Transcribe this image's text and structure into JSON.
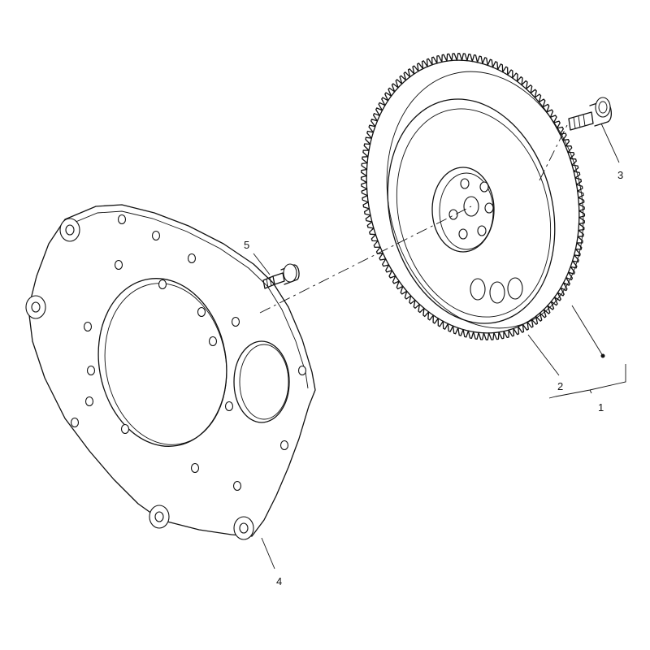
{
  "diagram": {
    "callouts": [
      {
        "id": "1",
        "text": "1"
      },
      {
        "id": "2",
        "text": "2"
      },
      {
        "id": "3",
        "text": "3"
      },
      {
        "id": "4",
        "text": "4"
      },
      {
        "id": "5",
        "text": "5"
      }
    ],
    "parts": {
      "assembly": "flywheel-assembly",
      "flywheel": "flywheel-with-ring-gear",
      "flywheel_bolt": "flywheel-bolt",
      "spacer_plate": "engine-spacer-plate",
      "plate_bolt": "spacer-plate-bolt"
    },
    "ring_gear_teeth": 130
  }
}
